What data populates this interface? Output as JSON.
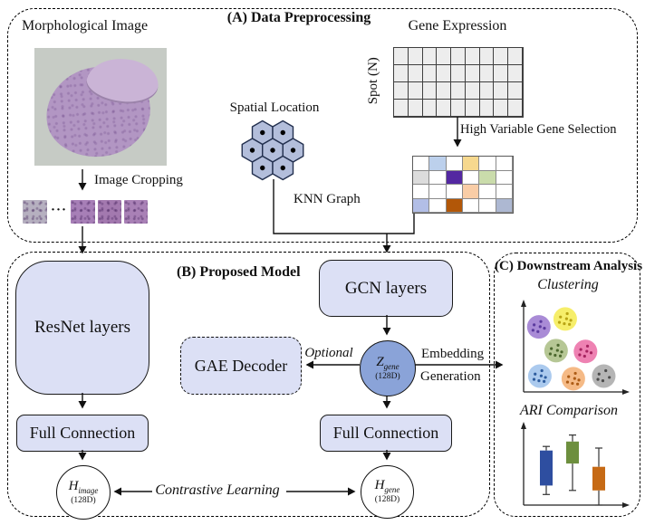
{
  "panel_a": {
    "title": "(A) Data Preprocessing",
    "morphological_image": "Morphological Image",
    "image_cropping": "Image Cropping",
    "patch_ellipsis": "···",
    "patch_colors": [
      "#b6b0c0",
      "#a77fb7",
      "#a379af",
      "#a981b6"
    ],
    "gene_expression": "Gene Expression",
    "spot_label": "Spot (N)",
    "spatial_location": "Spatial Location",
    "spatial_spots": 7,
    "knn_graph": "KNN Graph",
    "hvg_selection": "High Variable Gene Selection",
    "expression_grid": {
      "rows": 4,
      "cols": 9
    },
    "hvg_grid": {
      "rows": 4,
      "cols": 6,
      "colored_cells": [
        {
          "row": 0,
          "col": 1,
          "color": "#bcd0ec"
        },
        {
          "row": 0,
          "col": 3,
          "color": "#f6d88e"
        },
        {
          "row": 1,
          "col": 0,
          "color": "#dcdcdc"
        },
        {
          "row": 1,
          "col": 2,
          "color": "#5328a1"
        },
        {
          "row": 1,
          "col": 4,
          "color": "#cadcab"
        },
        {
          "row": 2,
          "col": 3,
          "color": "#f9cda6"
        },
        {
          "row": 3,
          "col": 0,
          "color": "#b2bee6"
        },
        {
          "row": 3,
          "col": 2,
          "color": "#b25708"
        },
        {
          "row": 3,
          "col": 5,
          "color": "#adb8d2"
        }
      ]
    }
  },
  "panel_b": {
    "title": "(B) Proposed Model",
    "resnet": "ResNet layers",
    "gcn": "GCN layers",
    "gae": "GAE Decoder",
    "optional": "Optional",
    "embedding_line1": "Embedding",
    "embedding_line2": "Generation",
    "full_connection_image": "Full Connection",
    "full_connection_gene": "Full Connection",
    "contrastive": "Contrastive Learning",
    "z_gene": {
      "symbol": "Z",
      "sub": "gene",
      "dim": "(128D)"
    },
    "h_image": {
      "symbol": "H",
      "sub": "image",
      "dim": "(128D)"
    },
    "h_gene": {
      "symbol": "H",
      "sub": "gene",
      "dim": "(128D)"
    }
  },
  "panel_c": {
    "title": "(C) Downstream Analysis",
    "clustering": "Clustering",
    "ari": "ARI Comparison"
  },
  "chart_data": [
    {
      "type": "scatter",
      "title": "Clustering",
      "xlim": [
        0,
        1
      ],
      "ylim": [
        0,
        1
      ],
      "axes": "bare arrows, no ticks",
      "clusters": [
        {
          "x": 0.15,
          "y": 0.71,
          "radius": 13,
          "color": "#a98bd6",
          "dot_color": "#5b3a9e",
          "points": 6
        },
        {
          "x": 0.41,
          "y": 0.8,
          "radius": 13,
          "color": "#f6ee6a",
          "dot_color": "#b9a414",
          "points": 7
        },
        {
          "x": 0.32,
          "y": 0.44,
          "radius": 13,
          "color": "#b6c795",
          "dot_color": "#4c682e",
          "points": 7
        },
        {
          "x": 0.61,
          "y": 0.43,
          "radius": 13,
          "color": "#ee82b2",
          "dot_color": "#a72460",
          "points": 6
        },
        {
          "x": 0.16,
          "y": 0.15,
          "radius": 13,
          "color": "#abcaee",
          "dot_color": "#2d5c9e",
          "points": 7
        },
        {
          "x": 0.49,
          "y": 0.12,
          "radius": 13,
          "color": "#f5ba86",
          "dot_color": "#ad5c16",
          "points": 7
        },
        {
          "x": 0.79,
          "y": 0.15,
          "radius": 13,
          "color": "#b5b5b5",
          "dot_color": "#4c4c4c",
          "points": 5
        }
      ]
    },
    {
      "type": "boxplot",
      "title": "ARI Comparison",
      "ylim": [
        0,
        1
      ],
      "axes": "bare arrows, no ticks",
      "series": [
        {
          "color": "#2e4ea0",
          "whisker_low": 0.13,
          "q1": 0.24,
          "q3": 0.67,
          "whisker_high": 0.72
        },
        {
          "color": "#6d8f3e",
          "whisker_low": 0.18,
          "q1": 0.51,
          "q3": 0.78,
          "whisker_high": 0.86
        },
        {
          "color": "#c66a15",
          "whisker_low": 0.0,
          "q1": 0.18,
          "q3": 0.47,
          "whisker_high": 0.7
        }
      ]
    }
  ],
  "colors": {
    "node_fill": "#dce0f5",
    "z_circle_fill": "#8aa3d8",
    "hex_fill": "#b3bedb",
    "hex_border": "#23304f",
    "expr_cell": "#ededed",
    "line": "#111111"
  }
}
